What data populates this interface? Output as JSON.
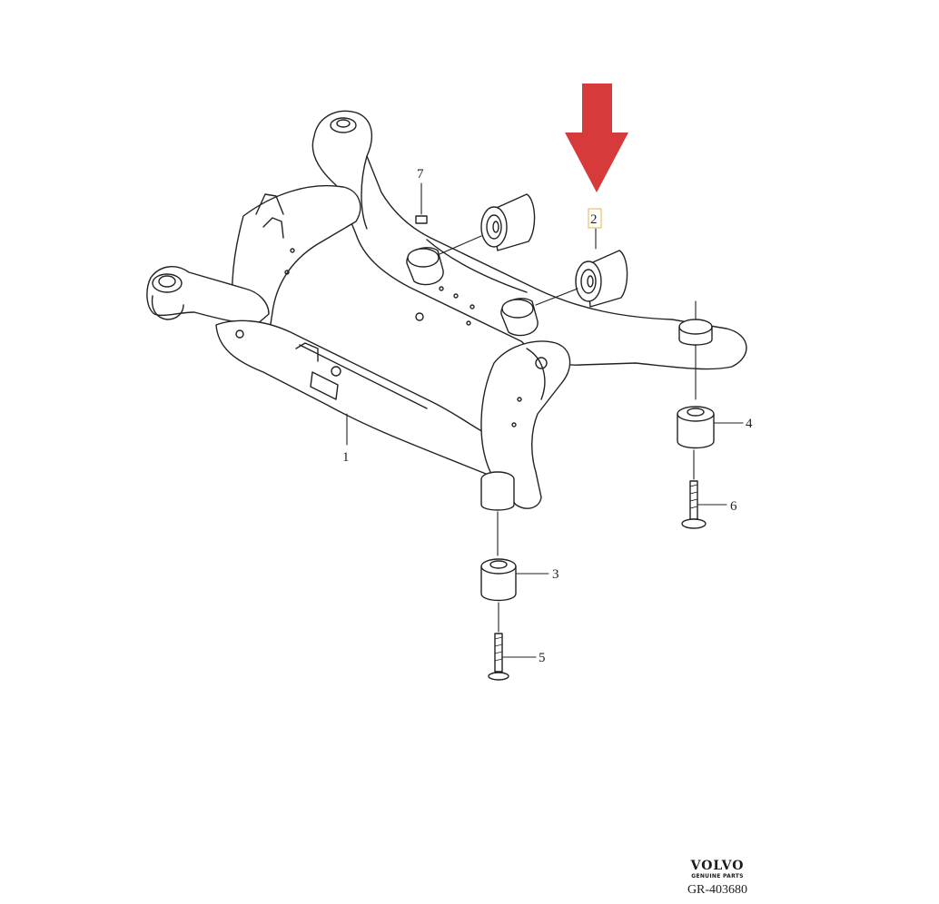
{
  "diagram": {
    "callouts": {
      "c1": "1",
      "c2": "2",
      "c3": "3",
      "c4": "4",
      "c5": "5",
      "c6": "6",
      "c7": "7"
    },
    "highlighted_part": "2",
    "arrow_color": "#d63a3a",
    "line_color": "#222222",
    "highlight_box_color": "#e8c06a"
  },
  "branding": {
    "logo_text": "VOLVO",
    "logo_subtext": "GENUINE PARTS",
    "illustration_ref": "GR-403680"
  }
}
